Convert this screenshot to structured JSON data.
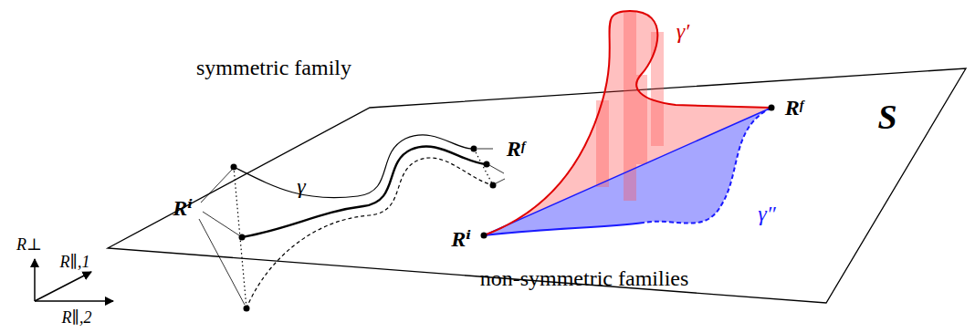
{
  "diagram": {
    "labels": [
      "symmetric family",
      "γ",
      "Rᶠ",
      "Rⁱ",
      "γ′",
      "Rᶠ",
      "Rⁱ",
      "γ″",
      "S",
      "non-symmetric families",
      "R⊥",
      "R∥,1",
      "R∥,2"
    ]
  }
}
